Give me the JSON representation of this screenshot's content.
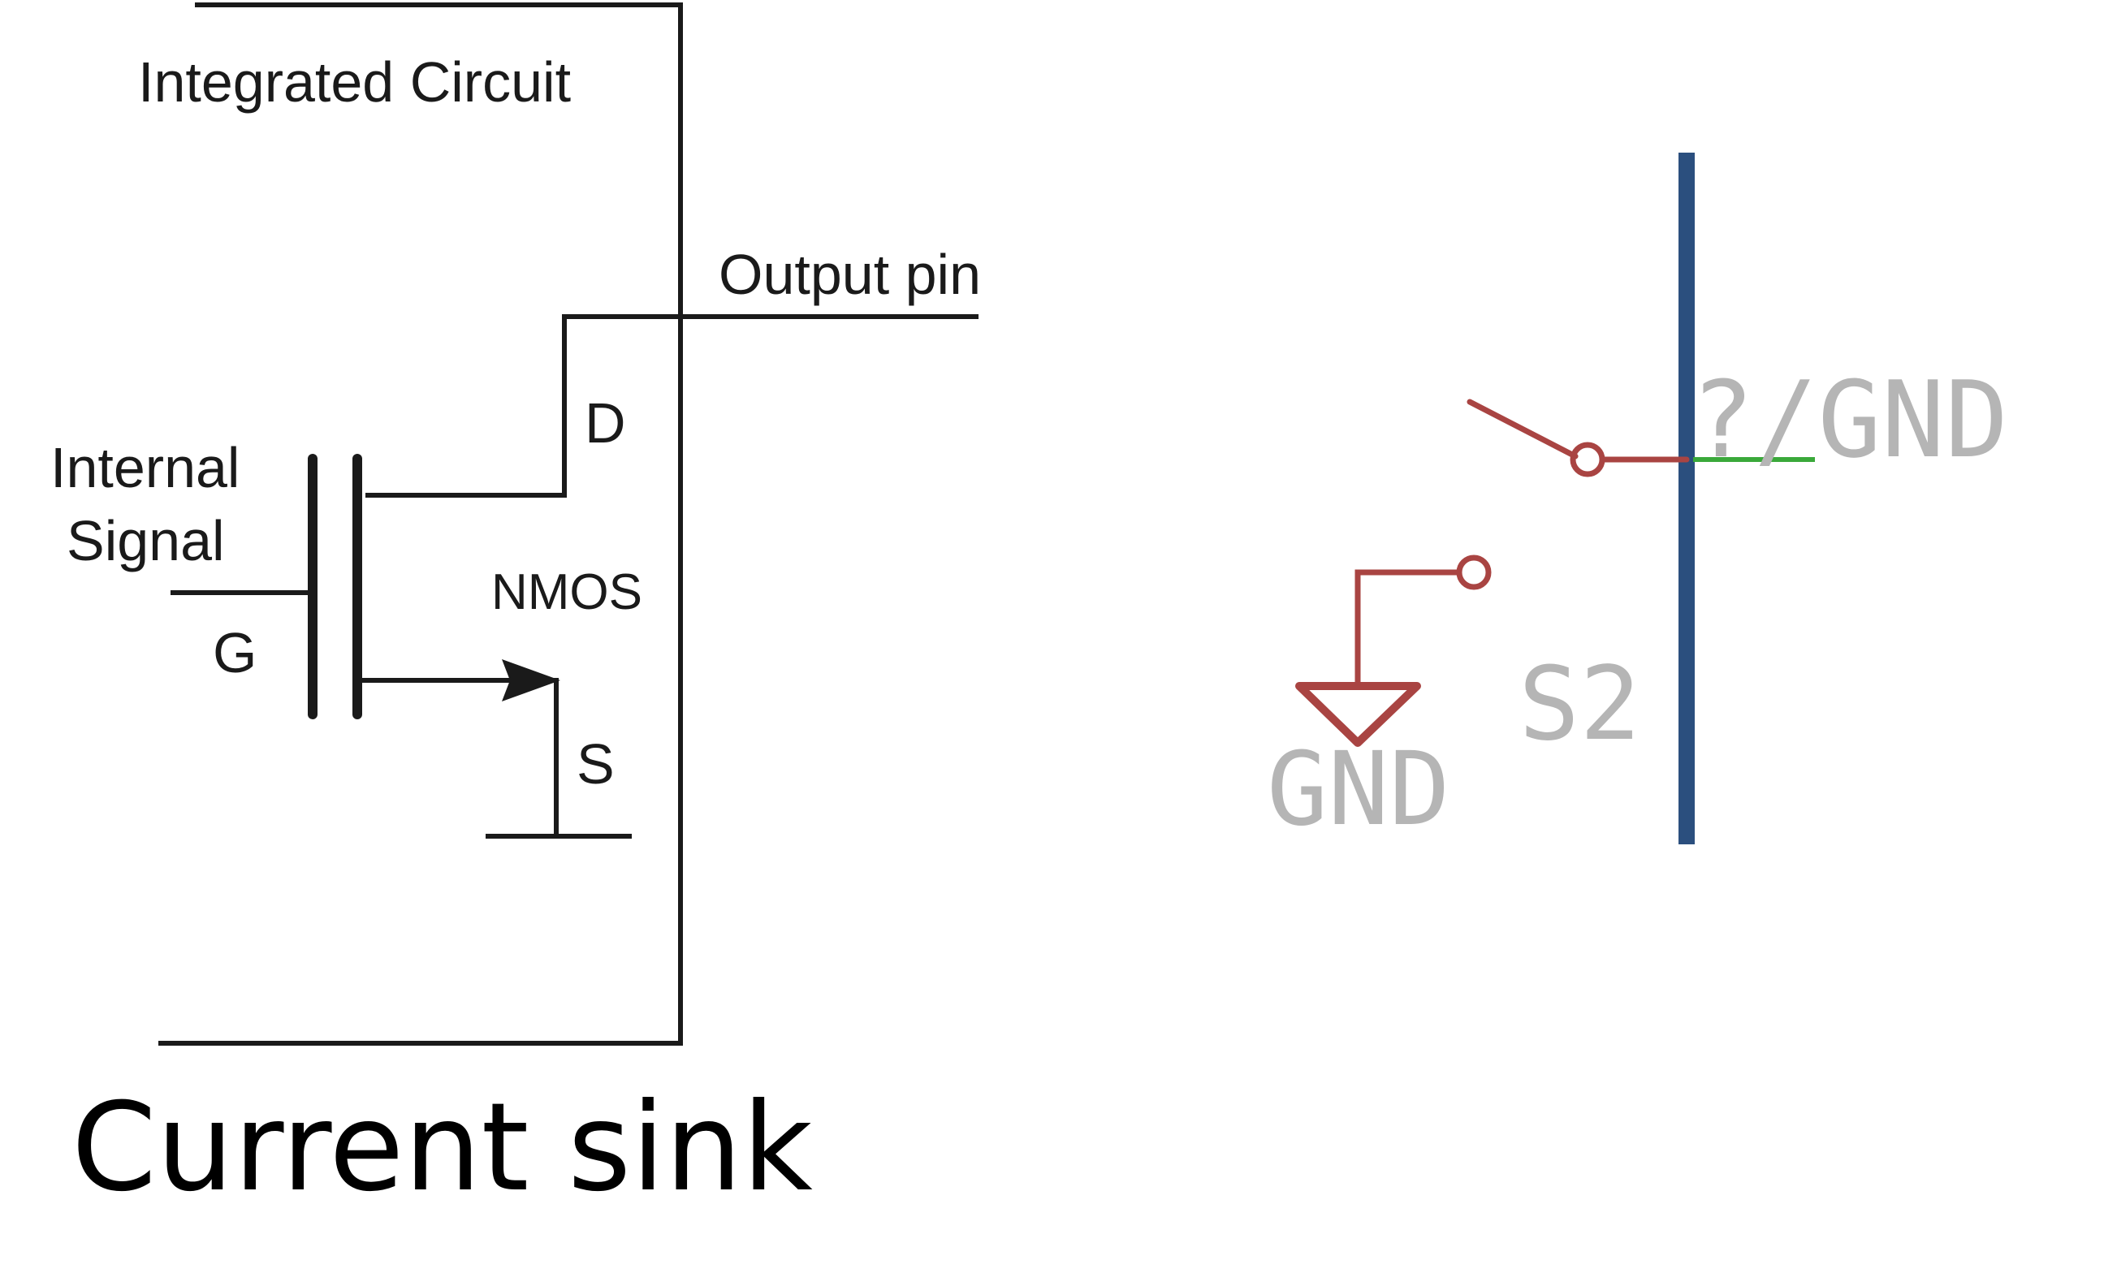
{
  "left_diagram": {
    "title": "Integrated Circuit",
    "output_label": "Output pin",
    "drain_label": "D",
    "gate_label": "G",
    "source_label": "S",
    "transistor_label": "NMOS",
    "internal_signal_line1": "Internal",
    "internal_signal_line2": "Signal"
  },
  "right_diagram": {
    "switch_name": "S2",
    "ground_label": "GND",
    "pin_label": "?/GND",
    "colors": {
      "net": "#a94442",
      "bus": "#2b4f7e",
      "pin": "#3aa93a",
      "label": "#b5b5b5"
    }
  },
  "caption": "Current sink"
}
